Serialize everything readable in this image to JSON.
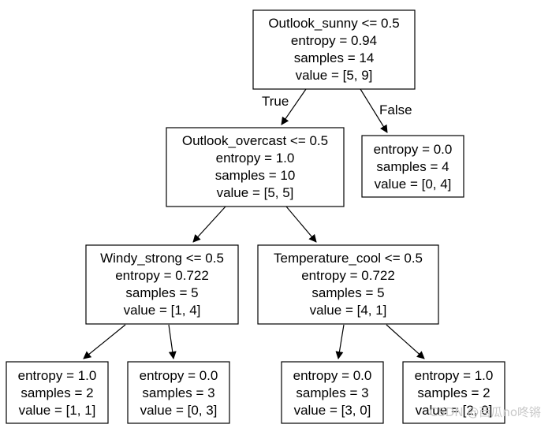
{
  "tree": {
    "nodes": {
      "root": [
        "Outlook_sunny <= 0.5",
        "entropy = 0.94",
        "samples = 14",
        "value = [5, 9]"
      ],
      "overcast": [
        "Outlook_overcast <= 0.5",
        "entropy = 1.0",
        "samples = 10",
        "value = [5, 5]"
      ],
      "leaf_right": [
        "entropy = 0.0",
        "samples = 4",
        "value = [0, 4]"
      ],
      "windy": [
        "Windy_strong <= 0.5",
        "entropy = 0.722",
        "samples = 5",
        "value = [1, 4]"
      ],
      "temp": [
        "Temperature_cool <= 0.5",
        "entropy = 0.722",
        "samples = 5",
        "value = [4, 1]"
      ],
      "leaf_1": [
        "entropy = 1.0",
        "samples = 2",
        "value = [1, 1]"
      ],
      "leaf_2": [
        "entropy = 0.0",
        "samples = 3",
        "value = [0, 3]"
      ],
      "leaf_3": [
        "entropy = 0.0",
        "samples = 3",
        "value = [3, 0]"
      ],
      "leaf_4": [
        "entropy = 1.0",
        "samples = 2",
        "value = [2, 0]"
      ]
    },
    "edge_labels": {
      "true": "True",
      "false": "False"
    }
  },
  "watermark": "CSDN @西瓜no咚锵"
}
